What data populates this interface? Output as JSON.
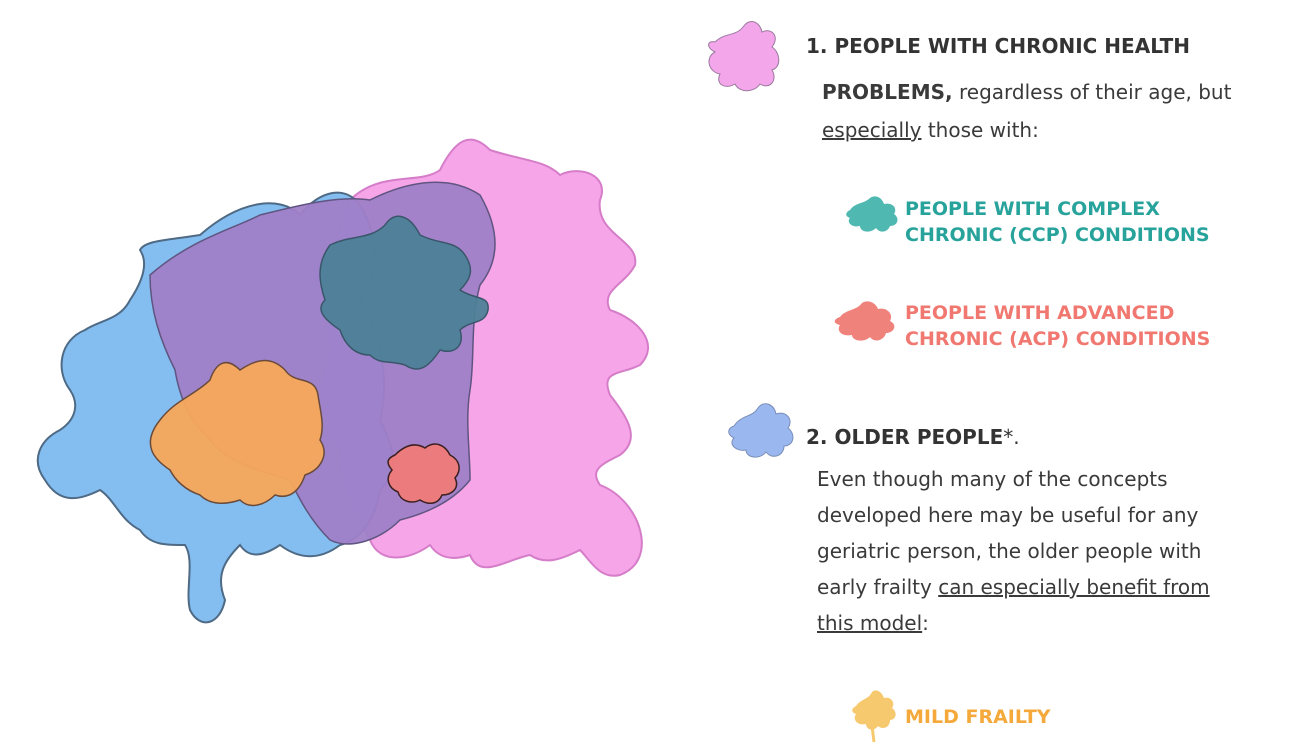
{
  "section1": {
    "title_bold": "1. PEOPLE WITH CHRONIC HEALTH",
    "title_bold_2": "PROBLEMS,",
    "title_rest": " regardless of their age, but",
    "line3_underlined": "especially",
    "line3_rest": " those with:",
    "icon": "pink-splash-icon",
    "color": "#f3a6ea"
  },
  "subgroups": [
    {
      "line1": "PEOPLE WITH COMPLEX",
      "line2": "CHRONIC (CCP) CONDITIONS",
      "color": "#27a39b",
      "icon": "teal-splash-icon"
    },
    {
      "line1": "PEOPLE WITH ADVANCED",
      "line2": "CHRONIC (ACP) CONDITIONS",
      "color": "#f07870",
      "icon": "red-splash-icon"
    }
  ],
  "section2": {
    "title_bold": "2. OLDER PEOPLE",
    "title_rest": "*.",
    "icon": "blue-splash-icon",
    "color": "#9ab8ef",
    "body_lines": [
      "Even though many of the concepts",
      "developed here may be useful for any",
      "geriatric person, the older people with"
    ],
    "line4_plain": "early frailty ",
    "line4_underlined": "can especially benefit from",
    "line5_underlined": "this model",
    "line5_rest": ":"
  },
  "frailty": {
    "label": "MILD FRAILTY",
    "color": "#f5a93a",
    "icon": "orange-splash-icon"
  },
  "diagram": {
    "colors": {
      "blue": "#6fb3ef",
      "pink": "#f495e4",
      "purple": "#9f80c8",
      "teal": "#4d7f97",
      "orange": "#f7a85a",
      "red": "#f07a78"
    }
  }
}
